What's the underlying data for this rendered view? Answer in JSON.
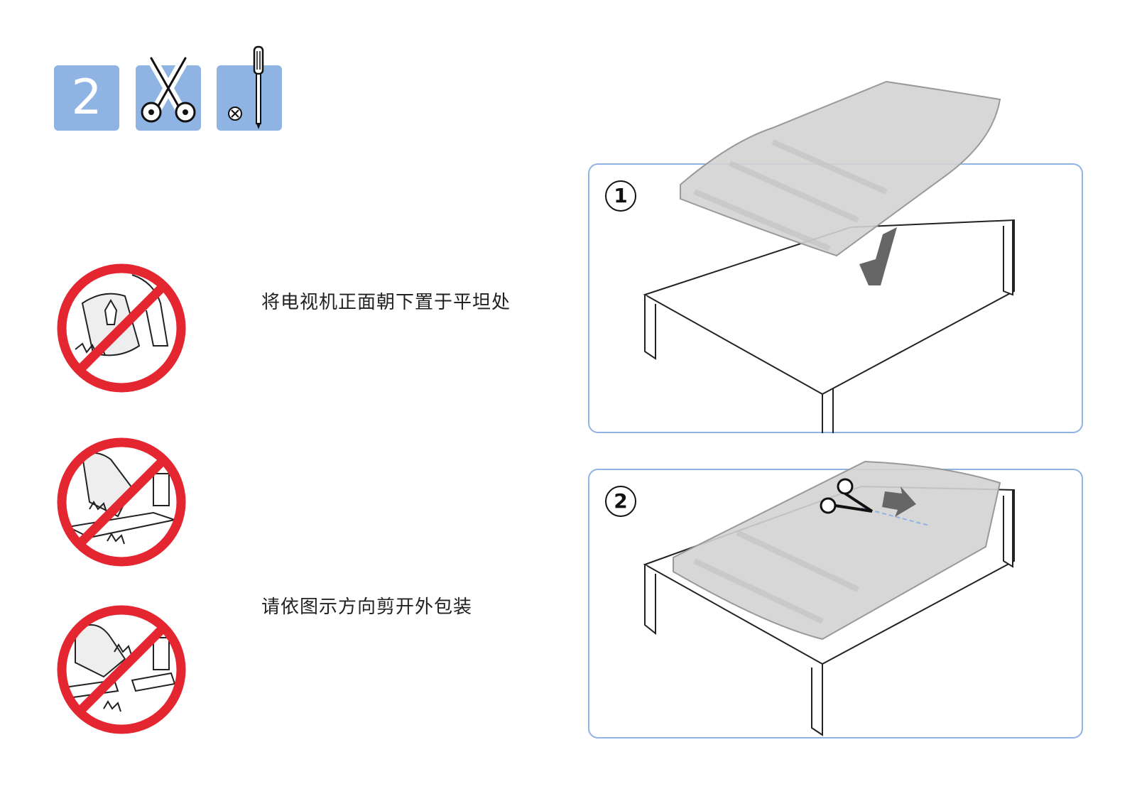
{
  "header": {
    "step_number": "2",
    "tool_icons": [
      "scissors-icon",
      "screwdriver-icon"
    ]
  },
  "instructions": {
    "step1_text": "将电视机正面朝下置于平坦处",
    "step2_text": "请依图示方向剪开外包装"
  },
  "panels": [
    {
      "number": "1"
    },
    {
      "number": "2"
    }
  ],
  "warnings": [
    "no-knife-cutting-icon",
    "no-pressing-screen-icon",
    "no-pressing-panel-icon"
  ],
  "colors": {
    "accent": "#8fb3e3",
    "prohibit": "#e3262f",
    "ink": "#222222"
  }
}
